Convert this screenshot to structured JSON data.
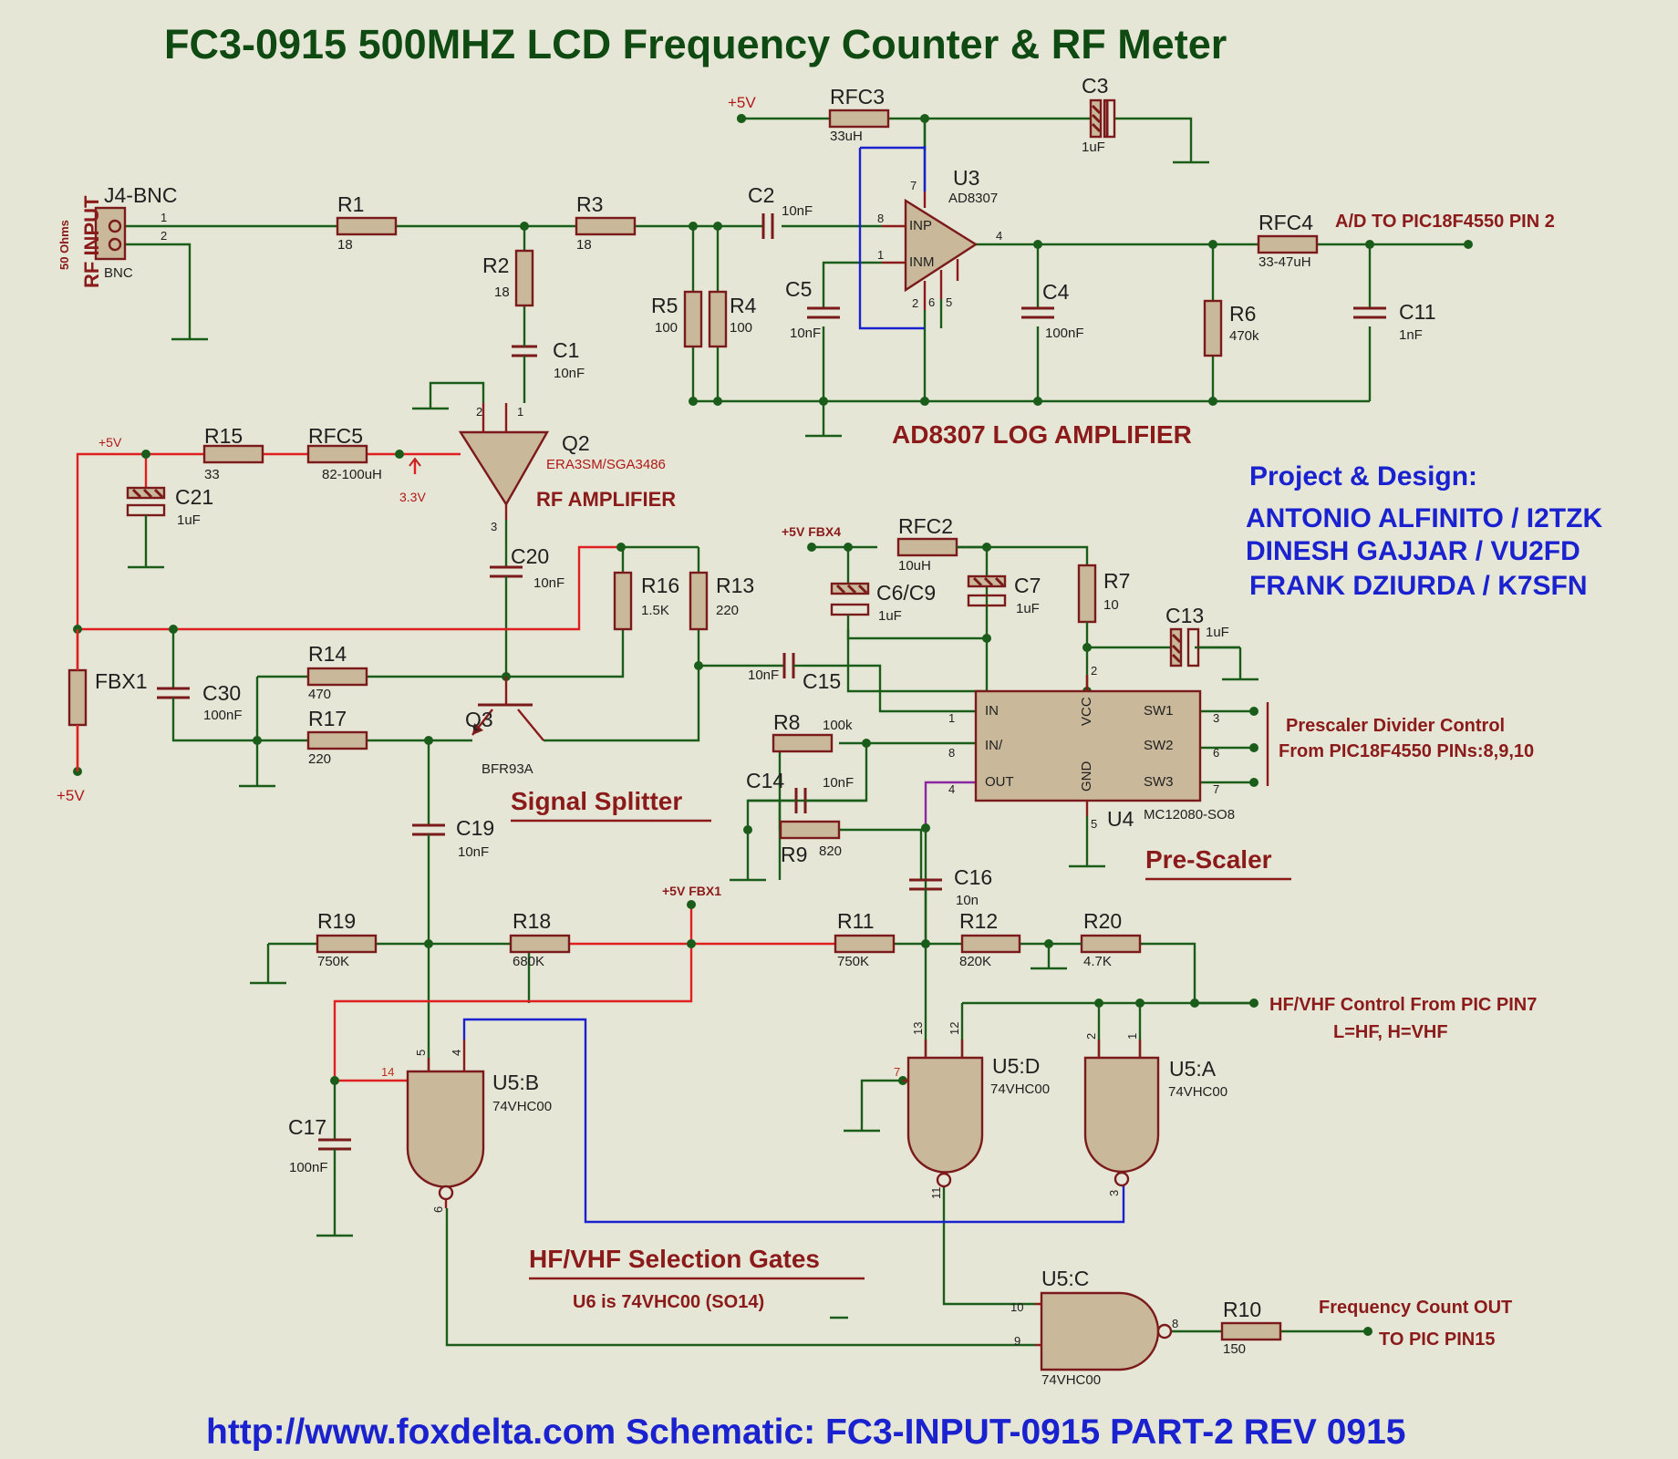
{
  "title": "FC3-0915  500MHZ  LCD Frequency Counter & RF Meter",
  "footer": "http://www.foxdelta.com Schematic: FC3-INPUT-0915  PART-2   REV 0915",
  "credits": {
    "heading": "Project & Design:",
    "names": [
      "ANTONIO ALFINITO / I2TZK",
      "DINESH GAJJAR / VU2FD",
      "FRANK DZIURDA / K7SFN"
    ]
  },
  "sections": {
    "log_amp": "AD8307 LOG AMPLIFIER",
    "rf_amp": "RF AMPLIFIER",
    "splitter": "Signal Splitter",
    "prescaler": "Pre-Scaler",
    "gates": "HF/VHF Selection Gates",
    "gates_note": "U6 is 74VHC00  (SO14)"
  },
  "signals": {
    "ad_out": "A/D TO PIC18F4550 PIN 2",
    "prescaler_ctrl_1": "Prescaler Divider Control",
    "prescaler_ctrl_2": "From PIC18F4550 PINs:8,9,10",
    "hfvhf_1": "HF/VHF Control From PIC PIN7",
    "hfvhf_2": "L=HF, H=VHF",
    "count_1": "Frequency Count OUT",
    "count_2": "TO PIC PIN15",
    "rf_input": "RF INPUT",
    "ohms": "50 Ohms"
  },
  "supplies": {
    "p5v": "+5V",
    "p5v_fbx4": "+5V FBX4",
    "p5v_fbx1": "+5V FBX1",
    "v33": "3.3V"
  },
  "components": {
    "J4": {
      "name": "J4-BNC",
      "value": "BNC"
    },
    "R1": {
      "name": "R1",
      "value": "18"
    },
    "R2": {
      "name": "R2",
      "value": "18"
    },
    "R3": {
      "name": "R3",
      "value": "18"
    },
    "R4": {
      "name": "R4",
      "value": "100"
    },
    "R5": {
      "name": "R5",
      "value": "100"
    },
    "R6": {
      "name": "R6",
      "value": "470k"
    },
    "R7": {
      "name": "R7",
      "value": "10"
    },
    "R8": {
      "name": "R8",
      "value": "100k"
    },
    "R9": {
      "name": "R9",
      "value": "820"
    },
    "R10": {
      "name": "R10",
      "value": "150"
    },
    "R11": {
      "name": "R11",
      "value": "750K"
    },
    "R12": {
      "name": "R12",
      "value": "820K"
    },
    "R13": {
      "name": "R13",
      "value": "220"
    },
    "R14": {
      "name": "R14",
      "value": "470"
    },
    "R15": {
      "name": "R15",
      "value": "33"
    },
    "R16": {
      "name": "R16",
      "value": "1.5K"
    },
    "R17": {
      "name": "R17",
      "value": "220"
    },
    "R18": {
      "name": "R18",
      "value": "680K"
    },
    "R19": {
      "name": "R19",
      "value": "750K"
    },
    "R20": {
      "name": "R20",
      "value": "4.7K"
    },
    "C1": {
      "name": "C1",
      "value": "10nF"
    },
    "C2": {
      "name": "C2",
      "value": "10nF"
    },
    "C3": {
      "name": "C3",
      "value": "1uF"
    },
    "C4": {
      "name": "C4",
      "value": "100nF"
    },
    "C5": {
      "name": "C5",
      "value": "10nF"
    },
    "C69": {
      "name": "C6/C9",
      "value": "1uF"
    },
    "C7": {
      "name": "C7",
      "value": "1uF"
    },
    "C11": {
      "name": "C11",
      "value": "1nF"
    },
    "C13": {
      "name": "C13",
      "value": "1uF"
    },
    "C14": {
      "name": "C14",
      "value": "10nF"
    },
    "C15": {
      "name": "C15",
      "value": "10nF"
    },
    "C16": {
      "name": "C16",
      "value": "10n"
    },
    "C17": {
      "name": "C17",
      "value": "100nF"
    },
    "C19": {
      "name": "C19",
      "value": "10nF"
    },
    "C20": {
      "name": "C20",
      "value": "10nF"
    },
    "C21": {
      "name": "C21",
      "value": "1uF"
    },
    "C30": {
      "name": "C30",
      "value": "100nF"
    },
    "RFC2": {
      "name": "RFC2",
      "value": "10uH"
    },
    "RFC3": {
      "name": "RFC3",
      "value": "33uH"
    },
    "RFC4": {
      "name": "RFC4",
      "value": "33-47uH"
    },
    "RFC5": {
      "name": "RFC5",
      "value": "82-100uH"
    },
    "FBX1": {
      "name": "FBX1"
    },
    "U3": {
      "name": "U3",
      "value": "AD8307",
      "pin_inp": "INP",
      "pin_inm": "INM"
    },
    "Q2": {
      "name": "Q2",
      "value": "ERA3SM/SGA3486"
    },
    "Q3": {
      "name": "Q3",
      "value": "BFR93A"
    },
    "U4": {
      "name": "U4",
      "value": "MC12080-SO8",
      "pins": {
        "in": "IN",
        "inb": "IN/",
        "out": "OUT",
        "vcc": "VCC",
        "gnd": "GND",
        "sw1": "SW1",
        "sw2": "SW2",
        "sw3": "SW3"
      }
    },
    "U5A": {
      "name": "U5:A",
      "value": "74VHC00"
    },
    "U5B": {
      "name": "U5:B",
      "value": "74VHC00"
    },
    "U5C": {
      "name": "U5:C",
      "value": "74VHC00"
    },
    "U5D": {
      "name": "U5:D",
      "value": "74VHC00"
    }
  },
  "pins": {
    "j4_1": "1",
    "j4_2": "2",
    "u3_7": "7",
    "u3_8": "8",
    "u3_1": "1",
    "u3_4": "4",
    "u3_2": "2",
    "u3_6": "6",
    "u3_5": "5",
    "q2_1": "1",
    "q2_2": "2",
    "q2_3": "3",
    "u4_1": "1",
    "u4_8": "8",
    "u4_4": "4",
    "u4_2": "2",
    "u4_5": "5",
    "u4_3": "3",
    "u4_6": "6",
    "u4_7": "7",
    "u5b_5": "5",
    "u5b_4": "4",
    "u5b_14": "14",
    "u5b_6": "6",
    "u5d_13": "13",
    "u5d_12": "12",
    "u5d_7": "7",
    "u5d_11": "11",
    "u5a_2": "2",
    "u5a_1": "1",
    "u5a_3": "3",
    "u5c_10": "10",
    "u5c_9": "9",
    "u5c_8": "8"
  },
  "colors": {
    "wire": "#1a5c1a",
    "supply_wire": "#e02020",
    "signal_wire": "#1a22d0",
    "component_body": "#c9b89a",
    "component_outline": "#7a1a1a",
    "title": "#0f4a12",
    "label_red": "#8b1a1a",
    "credits": "#1a22d0",
    "background": "#e6e6d6"
  }
}
